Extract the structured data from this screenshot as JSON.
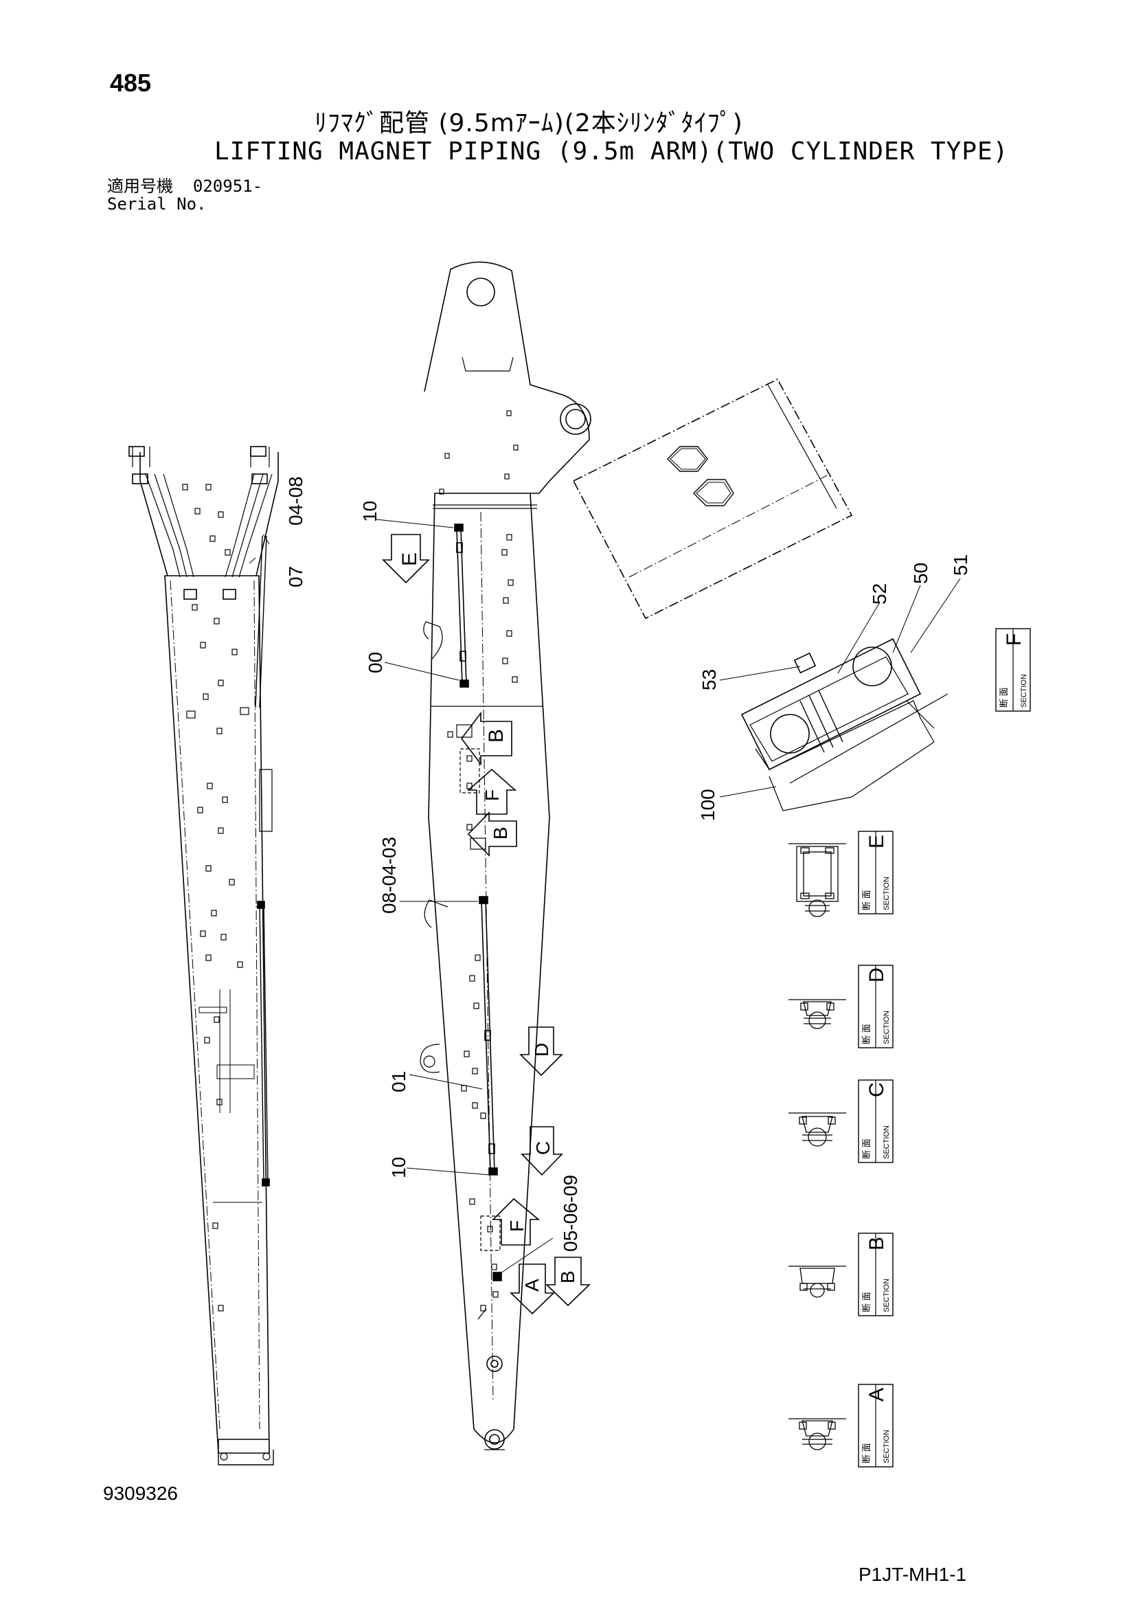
{
  "page_number": "485",
  "title_jp": "ﾘﾌﾏｸﾞ配管 (9.5mｱｰﾑ)(2本ｼﾘﾝﾀﾞﾀｲﾌﾟ)",
  "title_en": "LIFTING MAGNET PIPING (9.5m ARM)(TWO CYLINDER TYPE)",
  "serial_label_jp": "適用号機",
  "serial_value": "020951-",
  "serial_label_en": "Serial No.",
  "document_number": "9309326",
  "page_code": "P1JT-MH1-1",
  "callouts": {
    "c_04_08": "04-08",
    "c_07": "07",
    "c_10_top": "10",
    "c_00": "00",
    "c_08_04_03": "08-04-03",
    "c_01": "01",
    "c_10_bottom": "10",
    "c_05_06_09": "05-06-09",
    "c_53": "53",
    "c_52": "52",
    "c_50": "50",
    "c_51": "51",
    "c_100": "100"
  },
  "view_arrows": {
    "e": "E",
    "b1": "B",
    "f1": "F",
    "b2": "B",
    "d": "D",
    "c": "C",
    "f2": "F",
    "a": "A",
    "b3": "B"
  },
  "section_label_jp": "断 面",
  "section_label_en": "SECTION",
  "sections": [
    "F",
    "E",
    "D",
    "C",
    "B",
    "A"
  ]
}
